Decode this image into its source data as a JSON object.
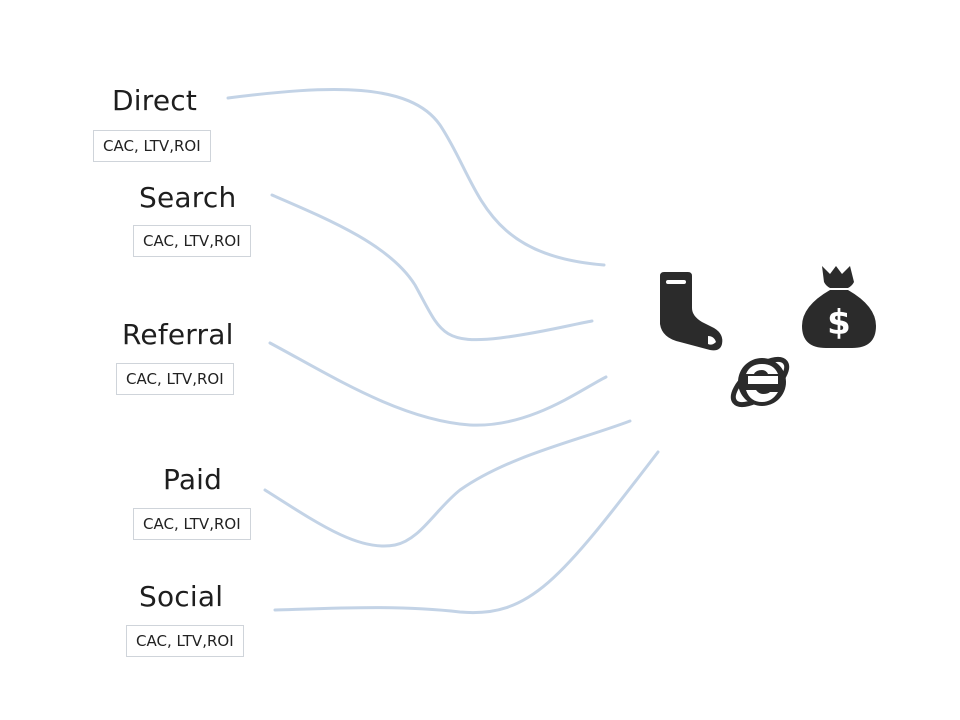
{
  "channels": [
    {
      "name": "Direct",
      "metrics": "CAC, LTV,ROI"
    },
    {
      "name": "Search",
      "metrics": "CAC, LTV,ROI"
    },
    {
      "name": "Referral",
      "metrics": "CAC, LTV,ROI"
    },
    {
      "name": "Paid",
      "metrics": "CAC, LTV,ROI"
    },
    {
      "name": "Social",
      "metrics": "CAC, LTV,ROI"
    }
  ],
  "icons": [
    "sock-icon",
    "internet-explorer-icon",
    "money-bag-icon"
  ],
  "colors": {
    "link": "#c3d3e6",
    "icon": "#2b2b2b",
    "box_border": "#cfd4da"
  }
}
